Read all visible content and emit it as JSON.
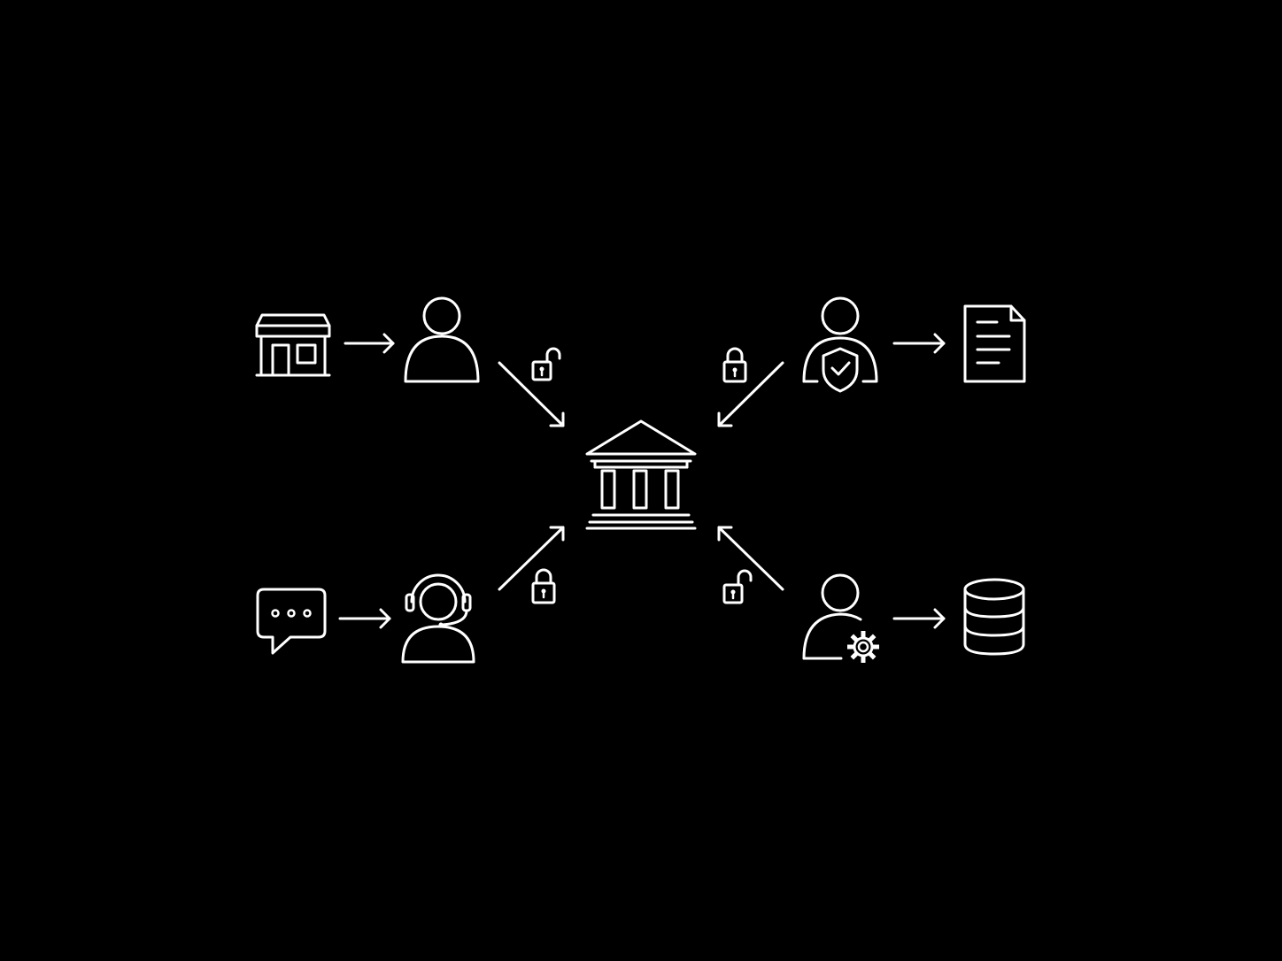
{
  "diagram": {
    "background": "#000000",
    "stroke_color": "#ffffff",
    "center": {
      "icon": "bank-icon"
    },
    "nodes": [
      {
        "id": "top-left",
        "source_icon": "storefront-icon",
        "person_icon": "user-icon",
        "lock_icon": "lock-open-icon",
        "lock_state": "unlocked"
      },
      {
        "id": "top-right",
        "person_icon": "user-shield-icon",
        "target_icon": "document-icon",
        "lock_icon": "lock-closed-icon",
        "lock_state": "locked"
      },
      {
        "id": "bottom-left",
        "source_icon": "chat-bubble-icon",
        "person_icon": "support-agent-headset-icon",
        "lock_icon": "lock-closed-icon",
        "lock_state": "locked"
      },
      {
        "id": "bottom-right",
        "person_icon": "user-gear-icon",
        "target_icon": "database-icon",
        "lock_icon": "lock-open-icon",
        "lock_state": "unlocked"
      }
    ],
    "arrows": [
      {
        "from": "storefront-icon",
        "to": "user-icon"
      },
      {
        "from": "user-shield-icon",
        "to": "document-icon"
      },
      {
        "from": "chat-bubble-icon",
        "to": "support-agent-headset-icon"
      },
      {
        "from": "user-gear-icon",
        "to": "database-icon"
      },
      {
        "from": "user-icon",
        "to": "bank-icon"
      },
      {
        "from": "user-shield-icon",
        "to": "bank-icon"
      },
      {
        "from": "support-agent-headset-icon",
        "to": "bank-icon"
      },
      {
        "from": "user-gear-icon",
        "to": "bank-icon"
      }
    ]
  }
}
